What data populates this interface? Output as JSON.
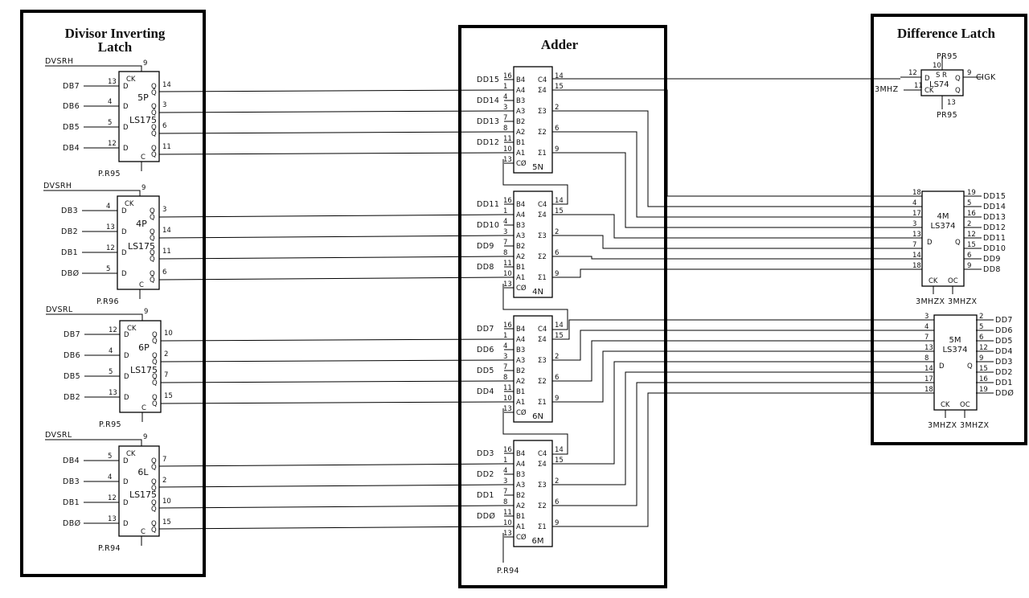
{
  "sections": {
    "left_title_1": "Divisor Inverting",
    "left_title_2": "Latch",
    "middle_title": "Adder",
    "right_title": "Difference Latch"
  },
  "latch_chips": [
    {
      "id": "5P",
      "type": "LS175",
      "clock": "DVSRH",
      "clock_pin": "9",
      "ctl": "P.R95",
      "rows": [
        {
          "in": "DB7",
          "in_pin": "13",
          "out_pin": "14"
        },
        {
          "in": "DB6",
          "in_pin": "4",
          "out_pin": "3"
        },
        {
          "in": "DB5",
          "in_pin": "5",
          "out_pin": "6"
        },
        {
          "in": "DB4",
          "in_pin": "12",
          "out_pin": "11"
        }
      ]
    },
    {
      "id": "4P",
      "type": "LS175",
      "clock": "DVSRH",
      "clock_pin": "9",
      "ctl": "P.R96",
      "rows": [
        {
          "in": "DB3",
          "in_pin": "4",
          "out_pin": "3"
        },
        {
          "in": "DB2",
          "in_pin": "13",
          "out_pin": "14"
        },
        {
          "in": "DB1",
          "in_pin": "12",
          "out_pin": "11"
        },
        {
          "in": "DBØ",
          "in_pin": "5",
          "out_pin": "6"
        }
      ]
    },
    {
      "id": "6P",
      "type": "LS175",
      "clock": "DVSRL",
      "clock_pin": "9",
      "ctl": "P.R95",
      "rows": [
        {
          "in": "DB7",
          "in_pin": "12",
          "out_pin": "10"
        },
        {
          "in": "DB6",
          "in_pin": "4",
          "out_pin": "2"
        },
        {
          "in": "DB5",
          "in_pin": "5",
          "out_pin": "7"
        },
        {
          "in": "DB2",
          "in_pin": "13",
          "out_pin": "15"
        }
      ]
    },
    {
      "id": "6L",
      "type": "LS175",
      "clock": "DVSRL",
      "clock_pin": "9",
      "ctl": "P.R94",
      "rows": [
        {
          "in": "DB4",
          "in_pin": "5",
          "out_pin": "7"
        },
        {
          "in": "DB3",
          "in_pin": "4",
          "out_pin": "2"
        },
        {
          "in": "DB1",
          "in_pin": "12",
          "out_pin": "10"
        },
        {
          "in": "DBØ",
          "in_pin": "13",
          "out_pin": "15"
        }
      ]
    }
  ],
  "adder_chips": [
    {
      "id": "5N",
      "inputs": [
        "DD15",
        "DD14",
        "DD13",
        "DD12"
      ]
    },
    {
      "id": "4N",
      "inputs": [
        "DD11",
        "DD10",
        "DD9",
        "DD8"
      ]
    },
    {
      "id": "6N",
      "inputs": [
        "DD7",
        "DD6",
        "DD5",
        "DD4"
      ]
    },
    {
      "id": "6M",
      "inputs": [
        "DD3",
        "DD2",
        "DD1",
        "DDØ"
      ]
    }
  ],
  "adder_pins_labels": [
    "B4",
    "A4",
    "B3",
    "A3",
    "B2",
    "A2",
    "B1",
    "A1",
    "CØ"
  ],
  "adder_out_labels": [
    "C4",
    "Σ4",
    "Σ3",
    "Σ2",
    "Σ1"
  ],
  "adder_bottom_ctl": "P.R94",
  "flipflop": {
    "type": "LS74",
    "preset": "PR95",
    "clear": "PR95",
    "clock": "3MHZ",
    "output": "CIGK",
    "pins": {
      "d": "12",
      "ck": "11",
      "q": "9",
      "pre": "10",
      "clr": "13"
    }
  },
  "reg_top": {
    "id": "4M",
    "type": "LS374",
    "outputs": [
      "DD15",
      "DD14",
      "DD13",
      "DD12",
      "DD11",
      "DD10",
      "DD9",
      "DD8"
    ],
    "in_pins": [
      "18",
      "4",
      "17",
      "3",
      "13",
      "7",
      "14",
      "18"
    ],
    "out_pins": [
      "19",
      "5",
      "16",
      "2",
      "12",
      "15",
      "6",
      "9"
    ],
    "ck_label": "3MHZX",
    "oc_label": "3MHZX"
  },
  "reg_bottom": {
    "id": "5M",
    "type": "LS374",
    "outputs": [
      "DD7",
      "DD6",
      "DD5",
      "DD4",
      "DD3",
      "DD2",
      "DD1",
      "DDØ"
    ],
    "in_pins": [
      "3",
      "4",
      "7",
      "13",
      "8",
      "14",
      "17",
      "18"
    ],
    "out_pins": [
      "2",
      "5",
      "6",
      "12",
      "9",
      "15",
      "16",
      "19"
    ],
    "ck_label": "3MHZX",
    "oc_label": "3MHZX"
  }
}
